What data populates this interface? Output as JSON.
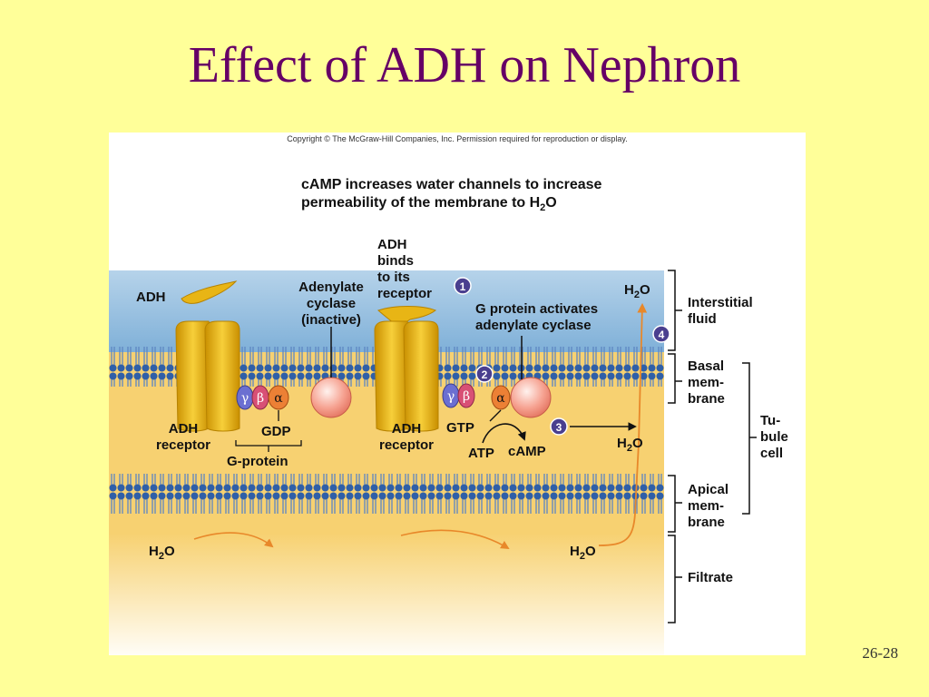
{
  "slide": {
    "title": "Effect of ADH on Nephron",
    "number": "26-28"
  },
  "figure": {
    "copyright": "Copyright © The McGraw-Hill Companies, Inc. Permission required for reproduction or display.",
    "caption_line1": "cAMP increases water channels to increase",
    "caption_line2_prefix": "permeability of the membrane to H",
    "caption_line2_sub": "2",
    "caption_line2_suffix": "O",
    "colors": {
      "interstitial": "#9dc3df",
      "cell": "#f7d171",
      "membrane": "#2f5fa8",
      "receptor": "#e8b515",
      "arrow": "#e8882a",
      "step_badge": "#4a3f8f"
    },
    "labels": {
      "adh": "ADH",
      "adenylate_l1": "Adenylate",
      "adenylate_l2": "cyclase",
      "adenylate_l3": "(inactive)",
      "binds_l1": "ADH",
      "binds_l2": "binds",
      "binds_l3": "to its",
      "binds_l4": "receptor",
      "gprot_l1": "G protein activates",
      "gprot_l2": "adenylate cyclase",
      "water_h": "H",
      "water_sub": "2",
      "water_o": "O",
      "adh_receptor_l1": "ADH",
      "adh_receptor_l2": "receptor",
      "gdp": "GDP",
      "gtp": "GTP",
      "gprotein": "G-protein",
      "atp": "ATP",
      "camp": "cAMP",
      "gamma": "γ",
      "beta": "β",
      "alpha": "α",
      "step1": "1",
      "step2": "2",
      "step3": "3",
      "step4": "4"
    },
    "regions": {
      "interstitial_l1": "Interstitial",
      "interstitial_l2": "fluid",
      "basal_l1": "Basal",
      "basal_l2": "mem-",
      "basal_l3": "brane",
      "tubule_l1": "Tu-",
      "tubule_l2": "bule",
      "tubule_l3": "cell",
      "apical_l1": "Apical",
      "apical_l2": "mem-",
      "apical_l3": "brane",
      "filtrate": "Filtrate"
    }
  }
}
